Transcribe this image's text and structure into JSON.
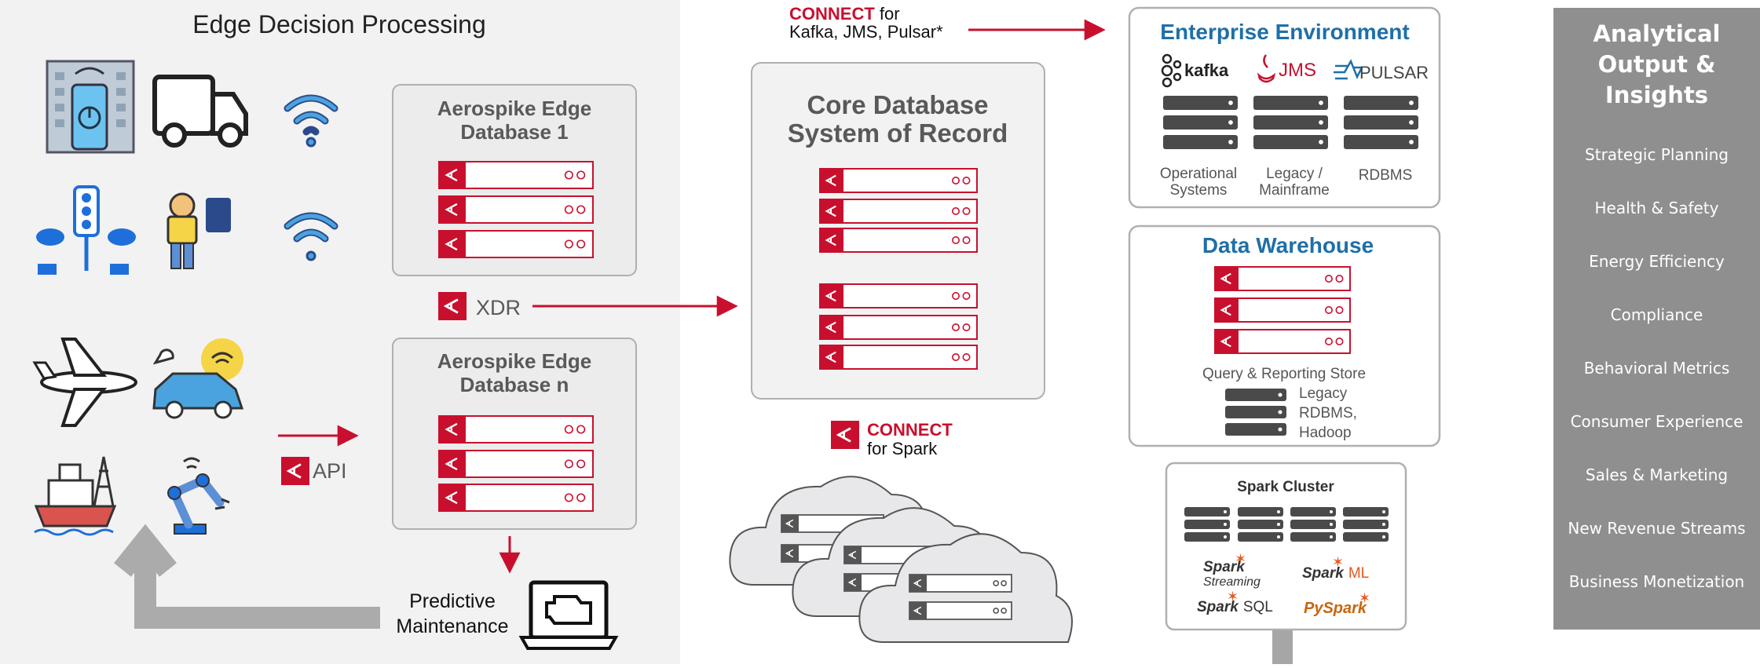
{
  "edge": {
    "title": "Edge Decision Processing",
    "db1": [
      "Aerospike Edge",
      "Database 1"
    ],
    "dbn": [
      "Aerospike Edge",
      "Database n"
    ],
    "xdr": "XDR",
    "api": "API",
    "predictive": [
      "Predictive",
      "Maintenance"
    ]
  },
  "connect_top": {
    "brand": "CONNECT",
    "suffix": " for",
    "line2": "Kafka, JMS, Pulsar*"
  },
  "core": {
    "title": [
      "Core Database",
      "System of Record"
    ]
  },
  "connect_spark": {
    "brand": "CONNECT",
    "line2": "for Spark"
  },
  "enterprise": {
    "title": "Enterprise Environment",
    "logos": [
      "kafka",
      "JMS",
      "PULSAR"
    ],
    "labels": [
      [
        "Operational",
        "Systems"
      ],
      [
        "Legacy /",
        "Mainframe"
      ],
      [
        "RDBMS"
      ]
    ]
  },
  "warehouse": {
    "title": "Data Warehouse",
    "store": "Query & Reporting Store",
    "legacy": [
      "Legacy",
      "RDBMS,",
      "Hadoop"
    ]
  },
  "spark": {
    "title": "Spark Cluster",
    "logos": [
      {
        "brand": "Spark",
        "sub": "Streaming"
      },
      {
        "brand": "Spark",
        "sub": "ML"
      },
      {
        "brand": "Spark",
        "sub": "SQL"
      },
      {
        "brand": "PySpark",
        "sub": ""
      }
    ]
  },
  "sidebar": {
    "title": [
      "Analytical",
      "Output &",
      "Insights"
    ],
    "items": [
      "Strategic Planning",
      "Health & Safety",
      "Energy Efficiency",
      "Compliance",
      "Behavioral Metrics",
      "Consumer Experience",
      "Sales & Marketing",
      "New Revenue Streams",
      "Business Monetization"
    ]
  },
  "colors": {
    "red": "#c8102e",
    "blue": "#1f6fa8",
    "panel": "#f2f2f2",
    "box_border": "#b0b0b0",
    "dark_server": "#4a4a4a",
    "sidebar": "#8f8f8f"
  }
}
